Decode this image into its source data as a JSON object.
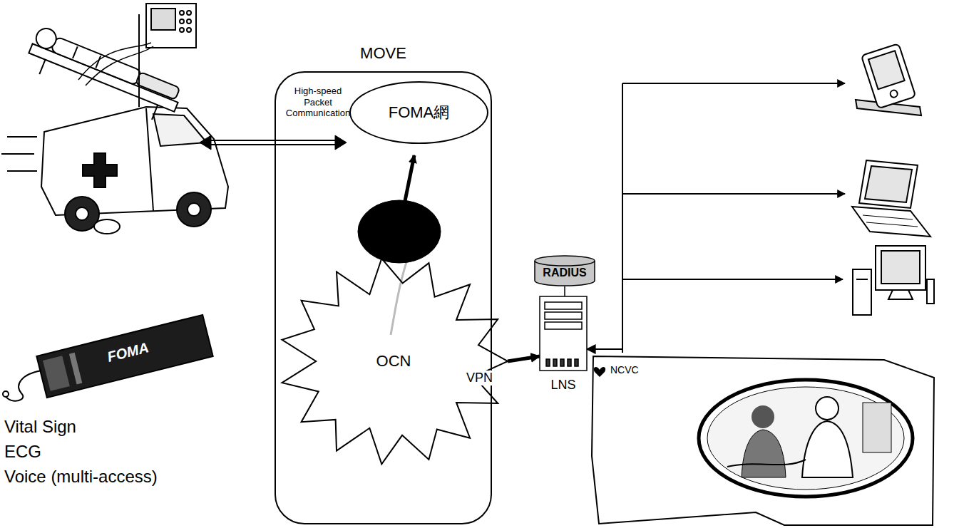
{
  "diagram": {
    "nodes": [
      {
        "text": [
          "MOVE"
        ]
      },
      {
        "text": [
          "FOMA網"
        ],
        "in": 0
      },
      {
        "text": [
          "OCN"
        ],
        "in": 0
      },
      {
        "text": [
          "RADIUS"
        ]
      },
      {
        "text": [
          "LNS"
        ]
      },
      {
        "text": [
          "NCVC"
        ]
      }
    ],
    "edges": [
      {
        "from": 2,
        "to": 4,
        "label": "VPN",
        "arrow": "to"
      },
      {
        "from": 3,
        "to": 4,
        "arrow": "none"
      },
      {
        "from": 5,
        "to": 4,
        "arrow": "to"
      }
    ],
    "labels": [
      "High-speed Packet Communication",
      "FOMA",
      "Vital Sign",
      "ECG",
      "Voice (multi-access)"
    ]
  }
}
